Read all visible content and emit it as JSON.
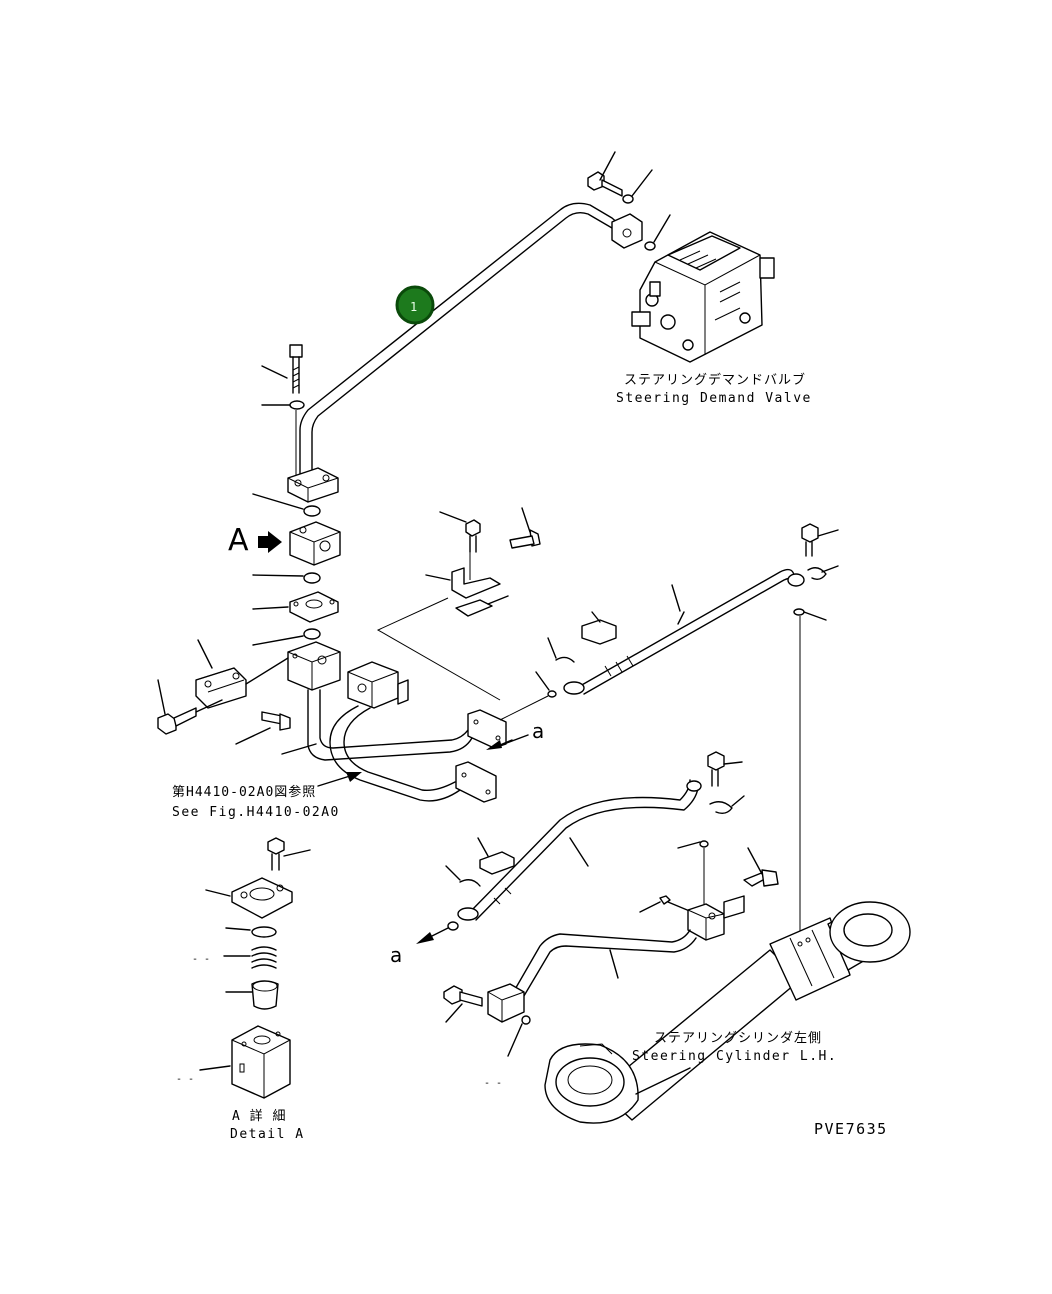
{
  "callout": {
    "number": "1",
    "color": "#1d7a1d",
    "border": "#0a4a0a"
  },
  "labels": {
    "steering_demand_valve_ja": "ステアリングデマンドバルブ",
    "steering_demand_valve_en": "Steering Demand Valve",
    "view_a": "A",
    "see_fig_ja": "第H4410-02A0図参照",
    "see_fig_en": "See Fig.H4410-02A0",
    "connect_a_upper": "a",
    "connect_a_lower": "a",
    "steering_cylinder_ja": "ステアリングシリンダ左側",
    "steering_cylinder_en": "Steering Cylinder L.H.",
    "detail_a_ja": "A 詳 細",
    "detail_a_en": "Detail A",
    "figure_id": "PVE7635",
    "dash_1": "- -",
    "dash_2": "- -",
    "dash_3": "- -"
  }
}
